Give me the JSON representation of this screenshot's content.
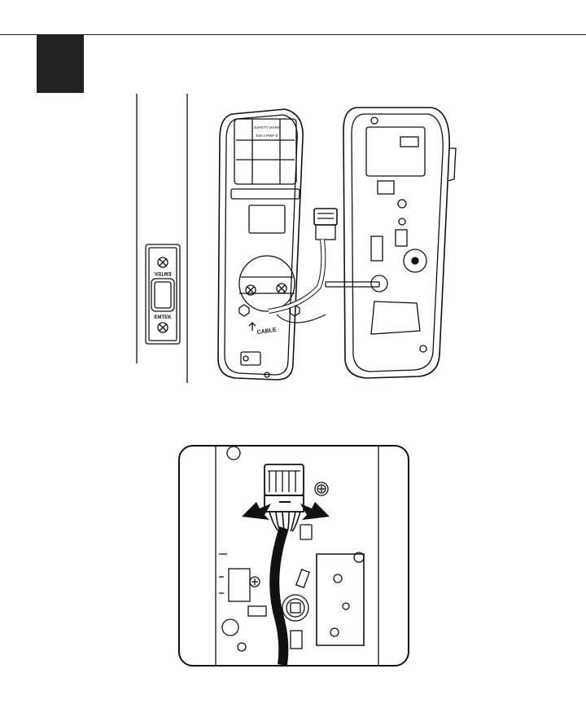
{
  "step": {
    "number": ""
  },
  "overview_figure": {
    "strike_plate": {
      "brand_top": "EMTEK",
      "brand_bottom": "EMTEK"
    },
    "mounting_plate": {
      "cable_label": "CABLE",
      "stamp_line_1": "SAFETY MARK",
      "stamp_line_2": "EM-1-PWF-5"
    }
  },
  "detail_figure": {
    "arrows": [
      "left-arrow",
      "right-arrow"
    ]
  },
  "colors": {
    "ink": "#111111",
    "step_box": "#222222",
    "paper": "#ffffff"
  }
}
